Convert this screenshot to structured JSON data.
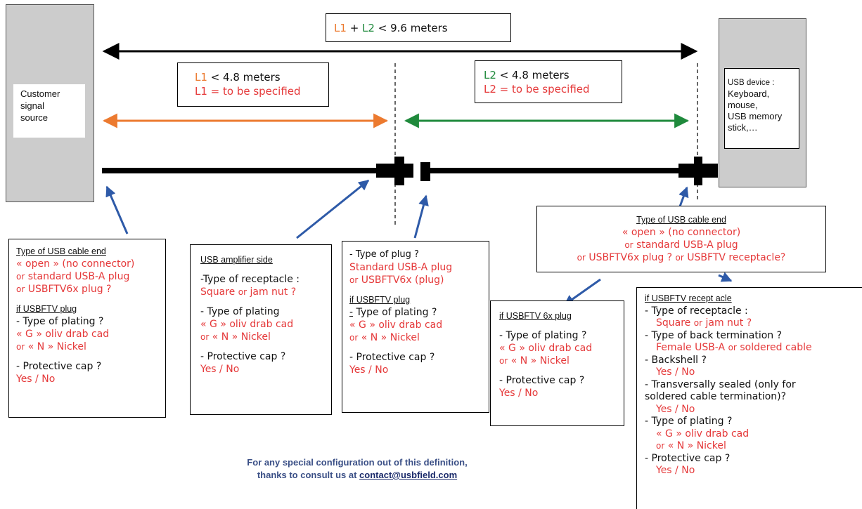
{
  "top_total": {
    "l1": "L1",
    "plus": "+",
    "l2": "L2",
    "rest": "< 9.6 meters"
  },
  "l1_box": {
    "label": "L1",
    "limit": "< 4.8 meters",
    "spec": "L1 = to be specified"
  },
  "l2_box": {
    "label": "L2",
    "limit": "< 4.8 meters",
    "spec": "L2 = to be specified"
  },
  "source": {
    "line1": "Customer",
    "line2": "signal",
    "line3": "source"
  },
  "device": {
    "line1": "USB device   :",
    "line2": "Keyboard,",
    "line3": "mouse,",
    "line4": "USB memory",
    "line5": "stick,…"
  },
  "box_left": {
    "title": "Type of     USB cable       end",
    "opt1": "« open » (no connector)",
    "opt2_or": "or",
    "opt2": "standard USB-A plug",
    "opt3_or": "or",
    "opt3": "USBFTV6x plug ?",
    "sub_title": "if USBFTV plug",
    "q1": "- Type of plating ?",
    "q1_a1": "« G » oliv drab cad",
    "q1_a2_or": "or",
    "q1_a2": "« N » Nickel",
    "q2": "- Protective cap ?",
    "q2_a": "Yes / No"
  },
  "box_amp": {
    "title": "USB amplifier          side",
    "q1": "-Type of receptacle :",
    "q1_a1": "Square",
    "q1_or": "or",
    "q1_a2": "jam nut ?",
    "q2": "- Type of plating",
    "q2_a1": "« G » oliv drab cad",
    "q2_a2_or": "or",
    "q2_a2": "« N » Nickel",
    "q3": "- Protective cap ?",
    "q3_a": "Yes / No"
  },
  "box_plug": {
    "q0": "- Type of plug ?",
    "q0_a1": "Standard USB-A plug",
    "q0_a2_or": "or",
    "q0_a2": "USBFTV6x (plug)",
    "sub_title": "if USBFTV plug",
    "q1_dash": "-",
    "q1": " Type of plating ?",
    "q1_a1": "« G » oliv drab cad",
    "q1_a2_or": "or",
    "q1_a2": "« N » Nickel",
    "q2": "- Protective cap ?",
    "q2_a": "Yes / No"
  },
  "box_right_end": {
    "title": "Type of     USB cable       end",
    "opt1": "« open » (no connector)",
    "opt2_or": "or",
    "opt2": "standard USB-A plug",
    "opt3_or": "or",
    "opt3": "USBFTV6x plug ?",
    "opt3_or2": "or",
    "opt3_b": "USBFTV receptacle?"
  },
  "box_6x": {
    "title": "if USBFTV       6x   plug",
    "q1": "- Type of plating ?",
    "q1_a1": "« G » oliv drab cad",
    "q1_a2_or": "or",
    "q1_a2": "« N » Nickel",
    "q2": "- Protective cap ?",
    "q2_a": "Yes / No"
  },
  "box_recept": {
    "title": "if USBFTV        recept  acle",
    "q1": "- Type of receptacle :",
    "q1_a1": "Square",
    "q1_or": "or",
    "q1_a2": "jam nut ?",
    "q2": "- Type of back termination ?",
    "q2_a1": "Female USB-A",
    "q2_or": "or",
    "q2_a2": "soldered cable",
    "q3": "- Backshell ?",
    "q3_a": "Yes / No",
    "q4_l1": "- Transversally sealed (only for",
    "q4_l2": "soldered cable termination)?",
    "q4_a": "Yes / No",
    "q5": "- Type of plating ?",
    "q5_a1": "« G » oliv drab cad",
    "q5_a2_or": "or",
    "q5_a2": "« N » Nickel",
    "q6": "- Protective cap ?",
    "q6_a": "Yes / No"
  },
  "footer": {
    "line1": "For any special configuration out of this definition,",
    "line2_prefix": "thanks to consult us at",
    "email": "contact@usbfield.com"
  },
  "colors": {
    "orange": "#ec7a2f",
    "green": "#1f8a3c",
    "red": "#e5393a",
    "blue_arrow": "#2e5aa8",
    "panel_gray": "#cccccc"
  }
}
